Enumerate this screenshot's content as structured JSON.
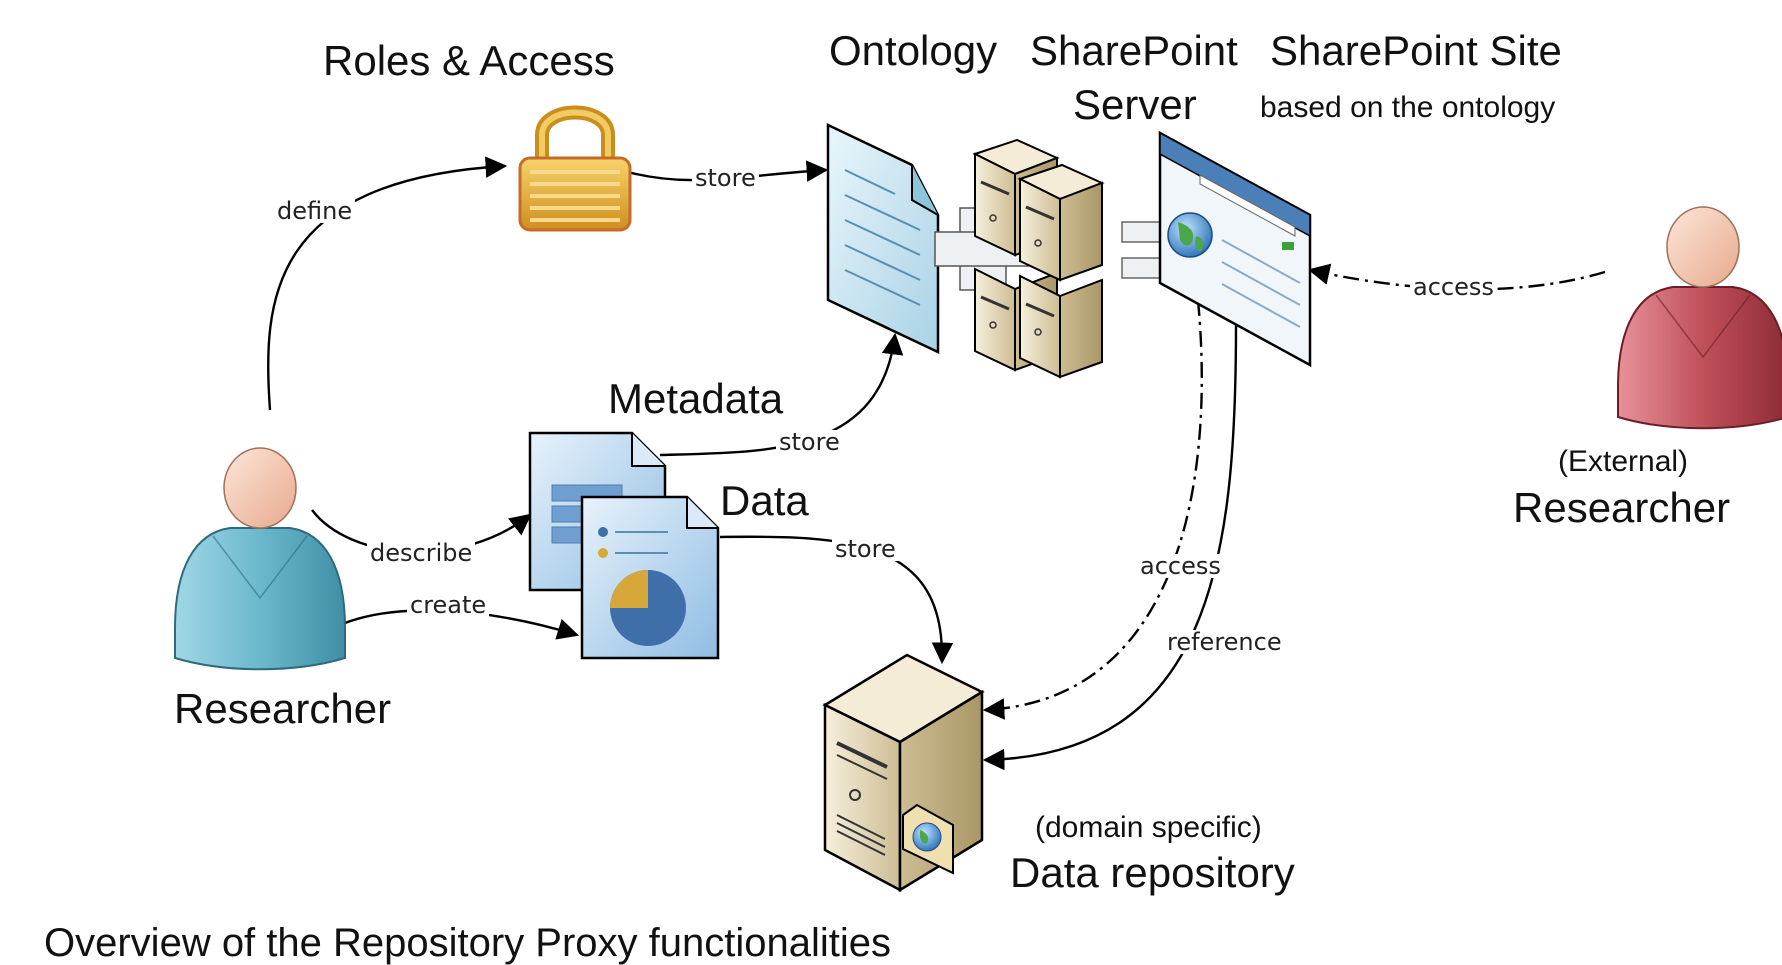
{
  "nodes": {
    "roles_access": "Roles & Access",
    "ontology": "Ontology",
    "sharepoint_server_line1": "SharePoint",
    "sharepoint_server_line2": "Server",
    "sharepoint_site": "SharePoint Site",
    "sharepoint_site_sub": "based on the ontology",
    "metadata": "Metadata",
    "data": "Data",
    "researcher": "Researcher",
    "external_researcher_sub": "(External)",
    "external_researcher": "Researcher",
    "data_repository_sub": "(domain specific)",
    "data_repository": "Data repository"
  },
  "edges": {
    "define": "define",
    "store_lock": "store",
    "store_metadata": "store",
    "store_data": "store",
    "describe": "describe",
    "create": "create",
    "access_external": "access",
    "access_repo": "access",
    "reference": "reference"
  },
  "caption": "Overview of the Repository Proxy functionalities",
  "colors": {
    "researcher_body": "#6bb8cc",
    "external_body": "#c0505a",
    "skin": "#f3c7b0",
    "lock_gold": "#e7b040",
    "doc_blue": "#bfe0ef",
    "server_beige": "#e8dcc0",
    "site_blue": "#4a7fb8",
    "pie_blue": "#3f6fa8",
    "pie_gold": "#d6a83a"
  }
}
